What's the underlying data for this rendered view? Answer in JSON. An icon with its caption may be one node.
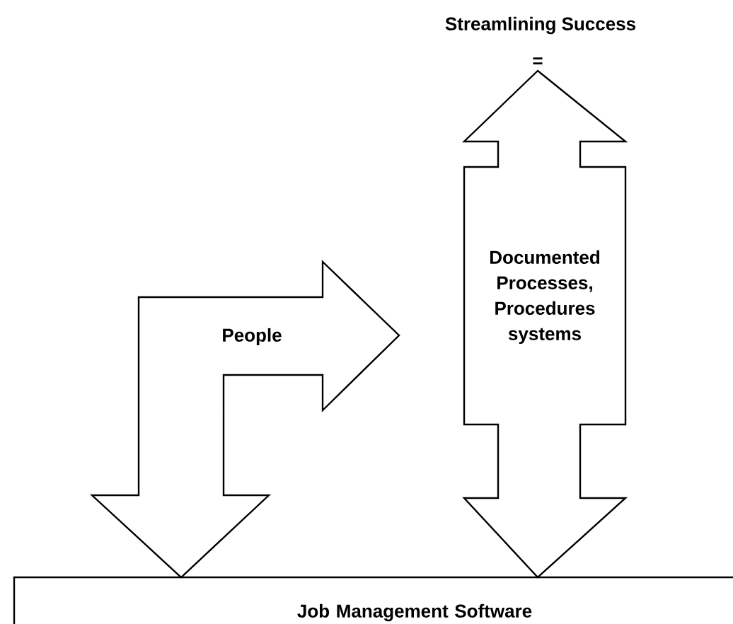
{
  "diagram": {
    "nodes": [
      {
        "text": [
          "Documented Processes, Procedures systems"
        ]
      },
      {
        "text": [
          "People"
        ]
      },
      {
        "text": [
          "Job Management Software"
        ]
      }
    ],
    "labels": [
      "Streamlining Success",
      "="
    ]
  }
}
